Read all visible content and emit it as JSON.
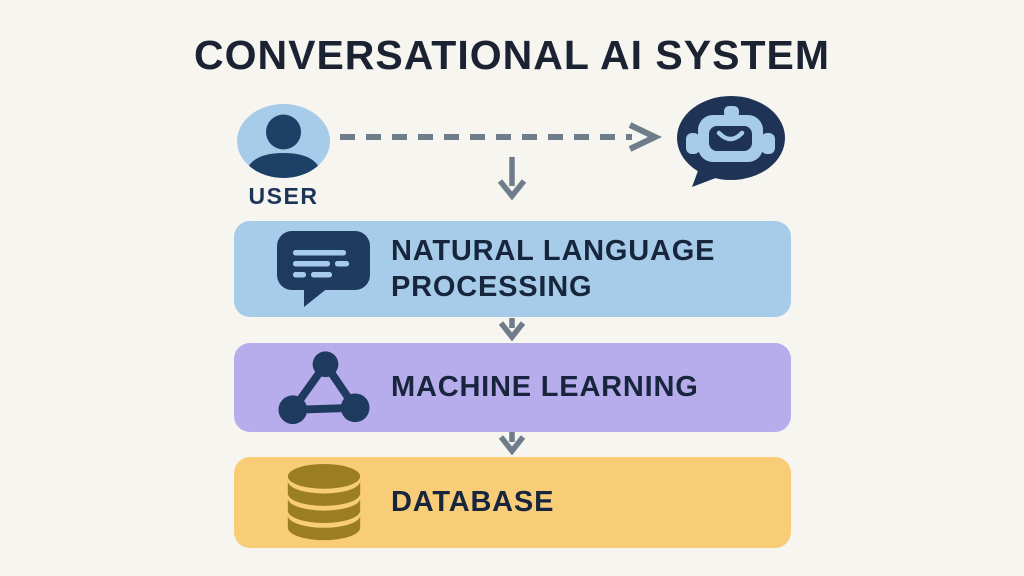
{
  "title": "CONVERSATIONAL AI SYSTEM",
  "diagram": {
    "user_label": "USER",
    "actors": [
      {
        "name": "user",
        "icon": "user-avatar-icon",
        "label": "USER"
      },
      {
        "name": "chatbot",
        "icon": "chatbot-speech-bubble-icon",
        "label": ""
      }
    ],
    "boxes": [
      {
        "label": "NATURAL LANGUAGE PROCESSING",
        "icon": "chat-bubble-icon",
        "bg": "#a7cce9"
      },
      {
        "label": "MACHINE LEARNING",
        "icon": "network-nodes-icon",
        "bg": "#b7adec"
      },
      {
        "label": "DATABASE",
        "icon": "database-cylinder-icon",
        "bg": "#f9cd78"
      }
    ],
    "arrows": [
      {
        "name": "user-to-chatbot",
        "style": "dashed",
        "direction": "right"
      },
      {
        "name": "chatbot-row-to-nlp",
        "style": "solid",
        "direction": "down"
      },
      {
        "name": "nlp-to-ml",
        "style": "solid",
        "direction": "down"
      },
      {
        "name": "ml-to-db",
        "style": "solid",
        "direction": "down"
      }
    ]
  },
  "colors": {
    "background": "#f7f5f0",
    "title_text": "#1b2231",
    "navy_icon": "#1e3a5e",
    "robot_bubble": "#1e3356",
    "light_blue": "#a7cce9",
    "purple": "#b7adec",
    "yellow": "#f9cd78",
    "database_icon": "#9c7e22",
    "arrow_gray": "#6e7d89"
  }
}
